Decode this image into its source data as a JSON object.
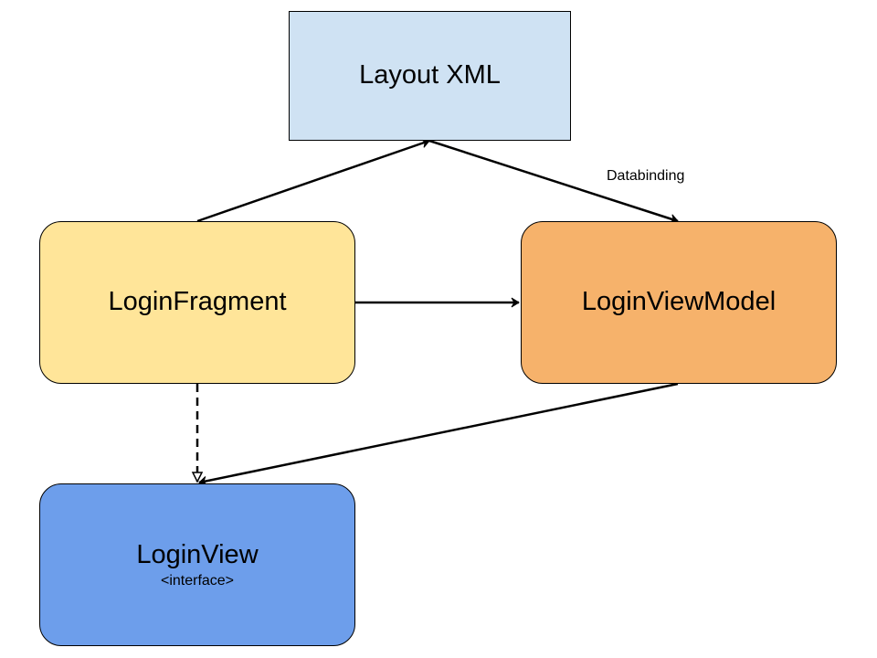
{
  "nodes": {
    "layout_xml": {
      "title": "Layout XML",
      "fill": "#cfe2f3"
    },
    "login_fragment": {
      "title": "LoginFragment",
      "fill": "#ffe599"
    },
    "login_view_model": {
      "title": "LoginViewModel",
      "fill": "#f6b26b"
    },
    "login_view": {
      "title": "LoginView",
      "subtitle": "<interface>",
      "fill": "#6d9eeb"
    }
  },
  "edges": {
    "fragment_to_layout": {
      "from": "LoginFragment",
      "to": "Layout XML",
      "style": "solid"
    },
    "layout_to_viewmodel": {
      "from": "Layout XML",
      "to": "LoginViewModel",
      "style": "solid",
      "label": "Databinding"
    },
    "fragment_to_viewmodel": {
      "from": "LoginFragment",
      "to": "LoginViewModel",
      "style": "solid"
    },
    "fragment_to_view": {
      "from": "LoginFragment",
      "to": "LoginView",
      "style": "dashed",
      "head": "hollow-triangle"
    },
    "viewmodel_to_view": {
      "from": "LoginViewModel",
      "to": "LoginView",
      "style": "solid"
    }
  }
}
